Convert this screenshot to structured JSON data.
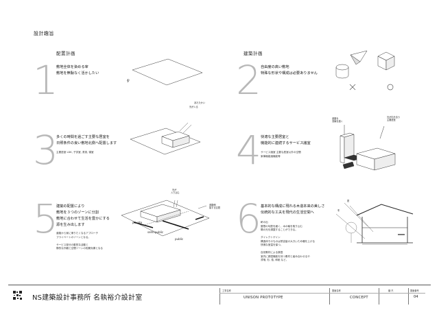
{
  "page": {
    "heading": "設計趣旨"
  },
  "sections": {
    "layout_title": "配置計画",
    "building_title": "建築計画"
  },
  "items": [
    {
      "num": "1",
      "text": "敷地全体を染める宰\n敷地を無駄なく活かしたい",
      "note": ""
    },
    {
      "num": "2",
      "text": "自由度の高い敷地\n特殊な形状や構成は必要ありません",
      "note": ""
    },
    {
      "num": "3",
      "text": "多くの時間を過ごす主要な居室を\n日照条件の良い敷地北側へ配置します",
      "note": "主要居室 LDK, 子供室, 書斎, 寝室"
    },
    {
      "num": "4",
      "text": "快適な主要居室と\n機能的に連続するサービス諸室",
      "note": "サービス諸室 主要な居室以外の空間\n家事機能諸機能等"
    },
    {
      "num": "5",
      "text": "建築の配置により\n敷地を３つのゾーンに分割\n敷地に合わせて生活を豊かにする\n源を生み出します",
      "note": "道路から家に帰りたくなるアプローチ\nプライベートのゾーンとなる。\n\nサービス部分の動的な活動と\n静的な外観と空間ゾーンの相乗効果となる"
    },
    {
      "num": "6",
      "text": "基本的な構成に現れる木造本来の美しさ\n伝統的な工夫を現代の生活空間へ",
      "note": "軒の出\n屋根の勾配を緩く、木の軸を取り込む\n陽の光を調整することができる。\n\nダイレクトゲイン\n構造体そのものは熱容量の大きいため暖を上げる\n快適な室温を保つ。\n\n自然素材による調湿\n室内に調湿機能を持つ素材と組み合わせるや\n漆喰, 杉, 桧, 和紙 など。"
    }
  ],
  "diagram_labels": {
    "d3_sun": "光が入る\nあたたかい",
    "d4_left": "道路を\n流線を描く",
    "d4_right": "光が向き合う\n主要居室",
    "d5_private": "private",
    "d5_semi": "semi-public",
    "d5_public": "public",
    "d5_sun": "光が\n入り込む",
    "d5_road": "道路側\n接する空間",
    "d6_sun": "夏",
    "d6_winter": "冬"
  },
  "titleblock": {
    "office": "NS建築設計事務所 名執裕介設計室",
    "project_label": "工事名称",
    "project_value": "UNISON PROTOTYPE",
    "drawing_label": "図面名称",
    "drawing_value": "CONCEPT",
    "scale_label": "縮 尺",
    "sheet_label": "図面番号",
    "sheet_value": "04"
  }
}
